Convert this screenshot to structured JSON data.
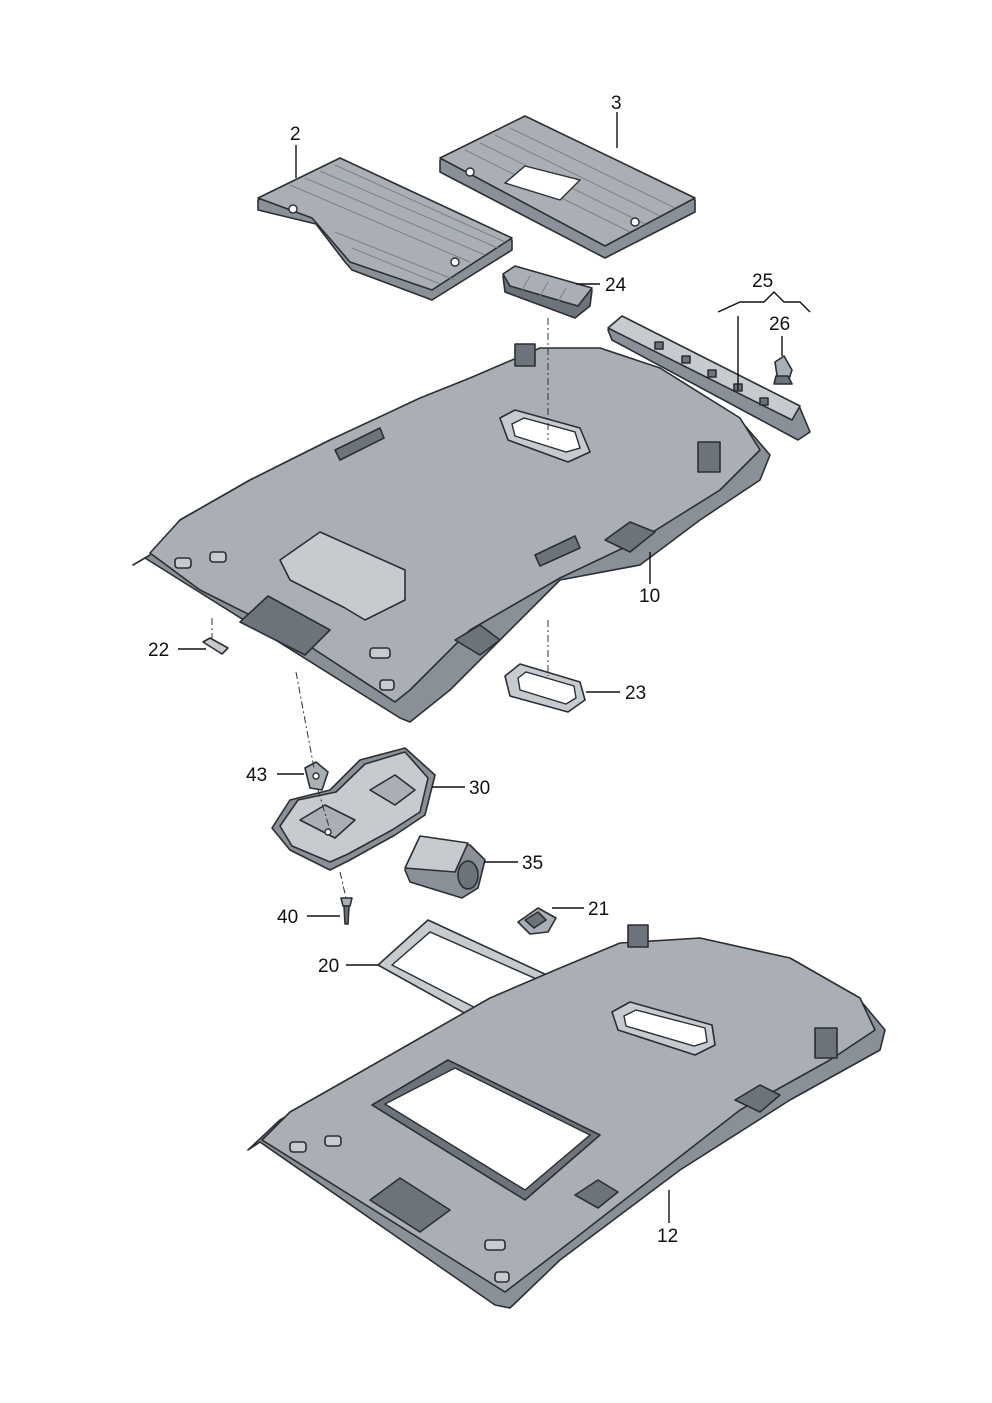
{
  "labels": {
    "p2": "2",
    "p3": "3",
    "p24": "24",
    "p25": "25",
    "p26": "26",
    "p10": "10",
    "p22": "22",
    "p23": "23",
    "p43": "43",
    "p30": "30",
    "p35": "35",
    "p40": "40",
    "p21": "21",
    "p20": "20",
    "p12": "12"
  },
  "colors": {
    "part_fill": "#a9afb5",
    "part_shade": "#8a9097",
    "part_light": "#c6cbd0",
    "outline": "#2b2f33"
  }
}
